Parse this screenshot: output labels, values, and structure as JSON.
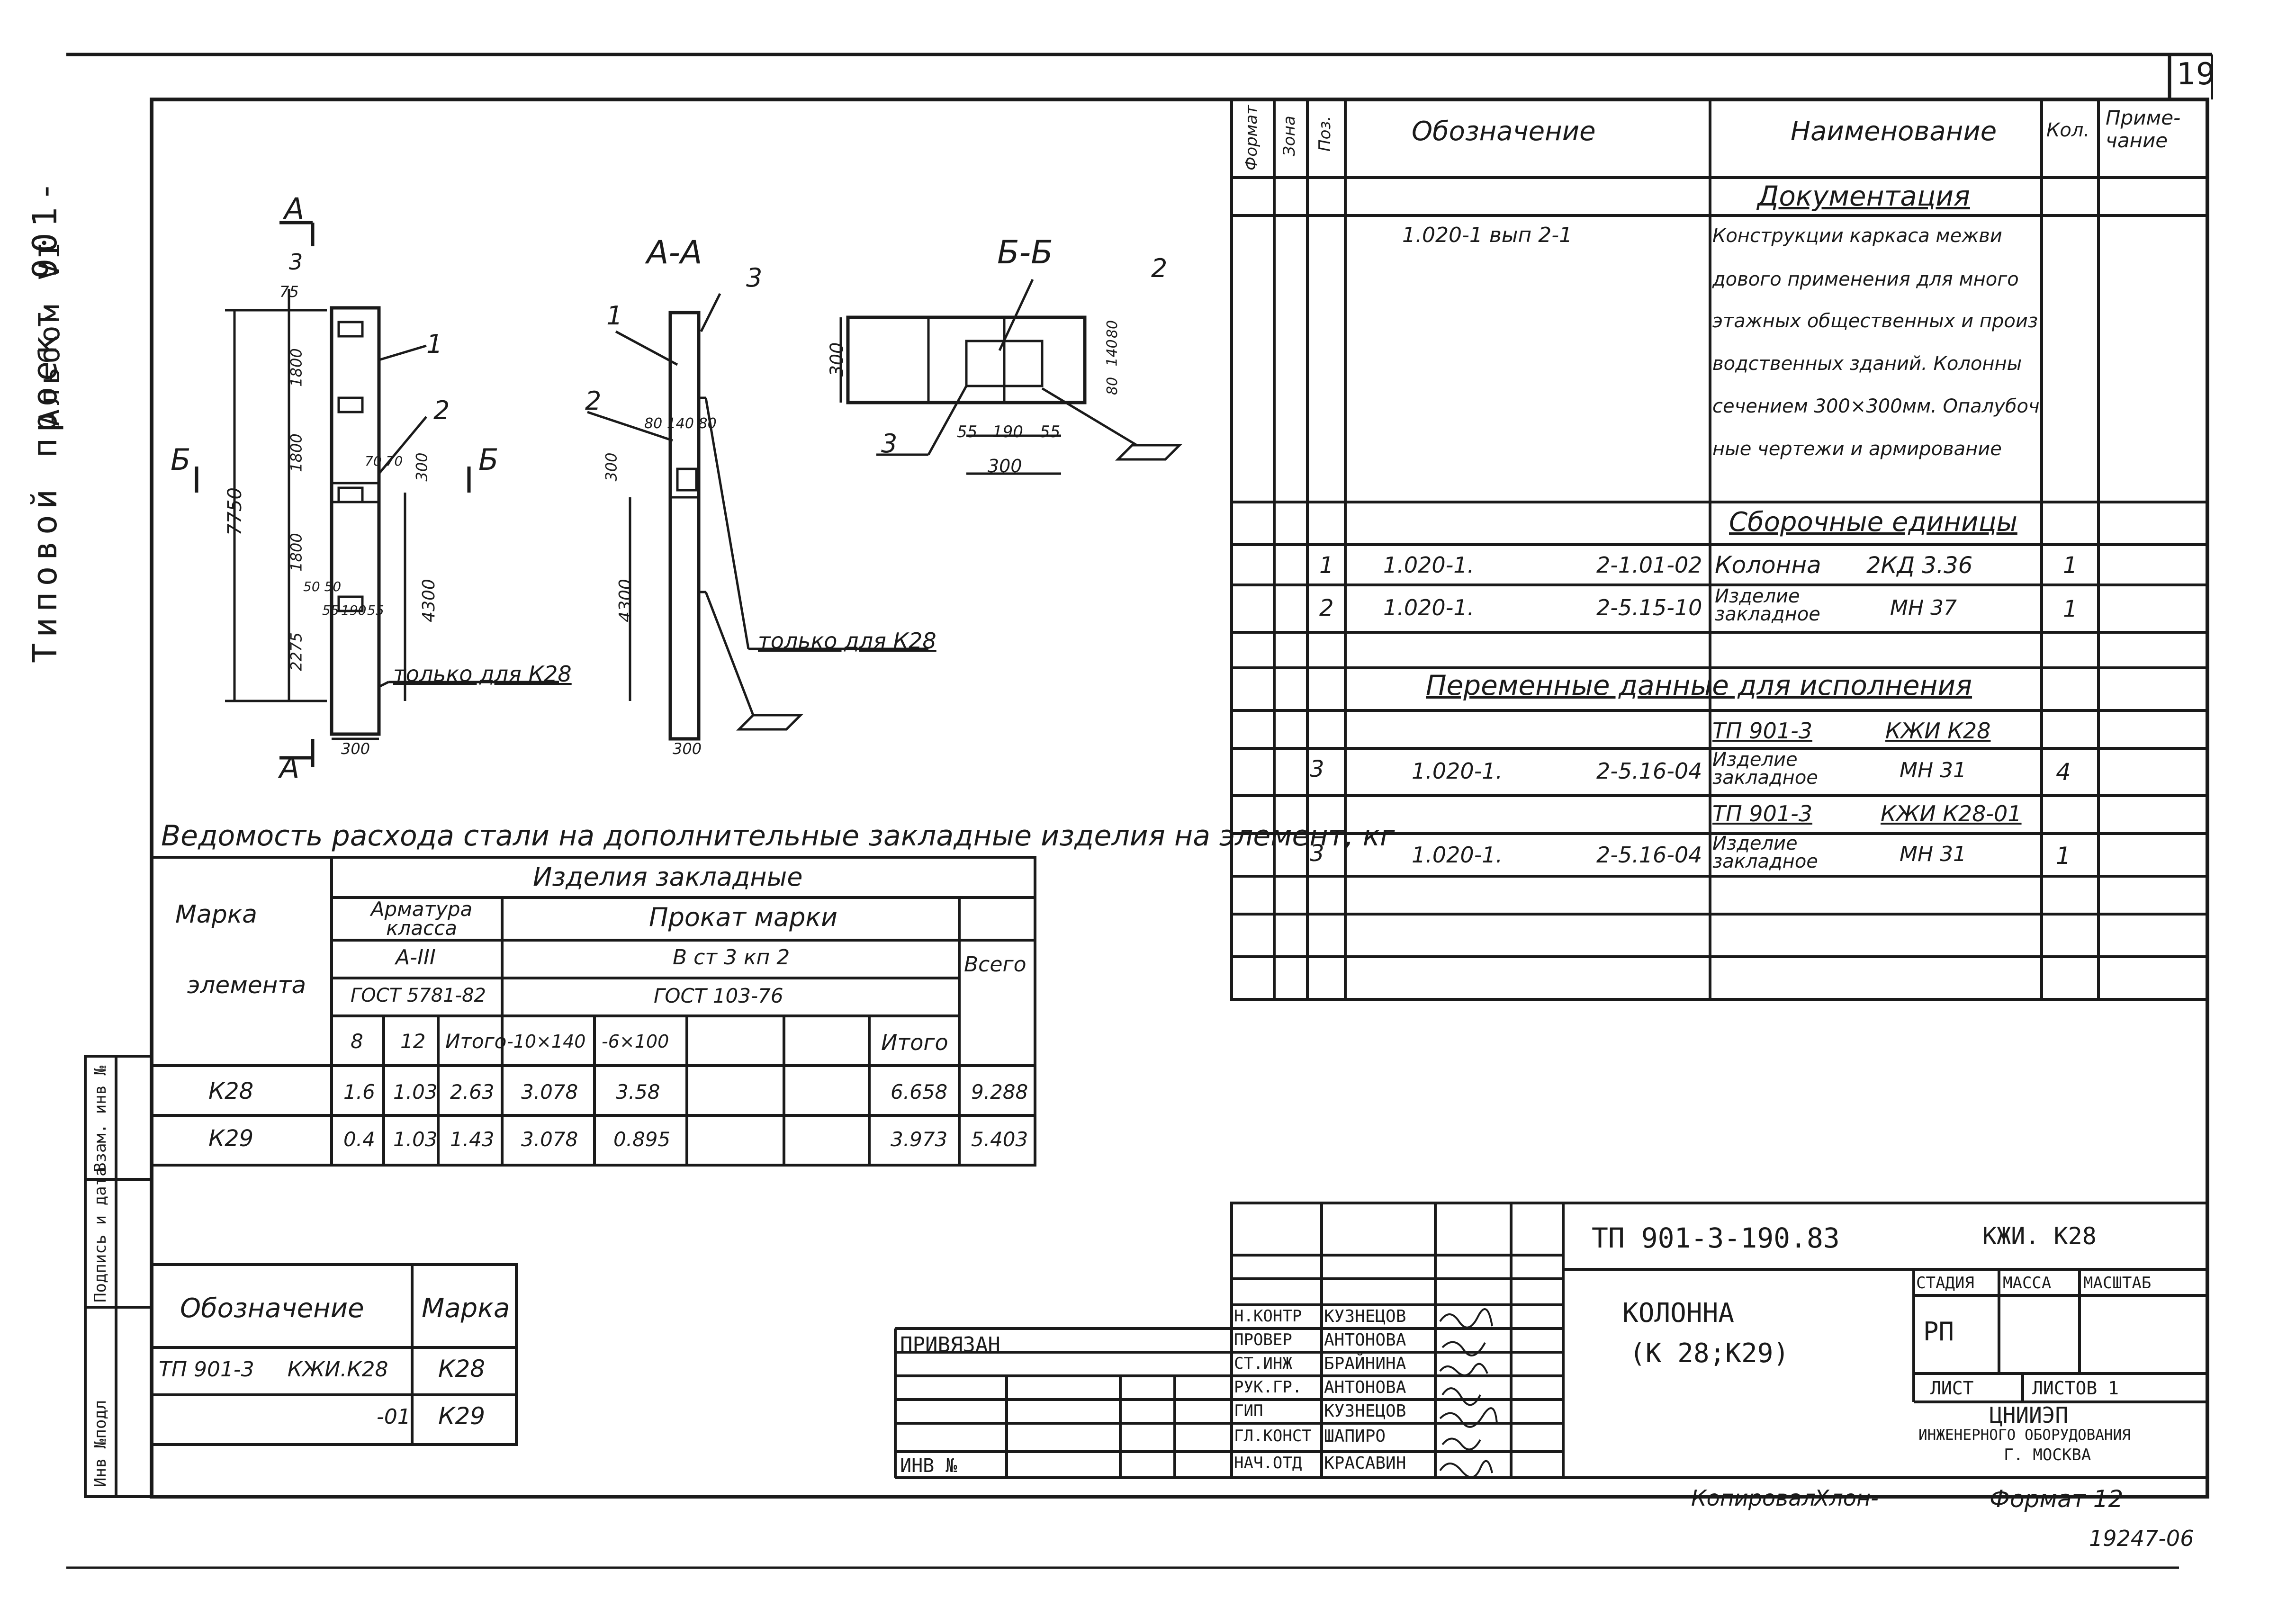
{
  "sheet": {
    "number": "19",
    "album": "Альбом VI",
    "project": "Типовой проект 901-",
    "format": "Формат 12",
    "copied": "Копировал",
    "copied_sign": "Хлон-",
    "inv": "19247-06"
  },
  "drawing": {
    "view_A": "А",
    "view_A_bottom": "А",
    "view_B": "Б",
    "view_B2": "Б",
    "section_AA": "А-А",
    "section_BB": "Б-Б",
    "only_k28_1": "только для К28",
    "only_k28_2": "только для К28",
    "dims": {
      "d75": "75",
      "d1800a": "1800",
      "d1800b": "1800",
      "d1800c": "1800",
      "d2275": "2275",
      "d7750": "7750",
      "d4300": "4300",
      "d4300b": "4300",
      "d300a": "300",
      "d300b": "300",
      "d300c": "300",
      "d300d": "300",
      "d300e": "300",
      "d300f": "300",
      "d190": "190",
      "d190b": "190",
      "d55a": "55",
      "d55b": "55",
      "d55c": "55",
      "d55d": "55",
      "d80a": "80",
      "d140": "140",
      "d80b": "80",
      "d80140": "80 140 80",
      "d5050": "50 50",
      "d7070": "70 70"
    },
    "callouts": [
      "1",
      "2",
      "3",
      "1",
      "2",
      "3",
      "2",
      "3"
    ]
  },
  "spec": {
    "headers": {
      "format": "Формат",
      "zone": "Зона",
      "pos": "Поз.",
      "designation": "Обозначение",
      "name": "Наименование",
      "qty": "Кол.",
      "note": "Приме-\nчание"
    },
    "section_docs": "Документация",
    "doc_ref": "1.020-1  вып 2-1",
    "doc_lines": [
      "Конструкции каркаса межви",
      "дового применения для много",
      "этажных общественных и произ",
      "водственных зданий. Колонны",
      "сечением 300×300мм. Опалубоч",
      "ные чертежи и армирование"
    ],
    "section_units": "Сборочные единицы",
    "units": [
      {
        "pos": "1",
        "des_a": "1.020-1.",
        "des_b": "2-1.01-02",
        "name": "Колонна",
        "mark": "2КД 3.36",
        "qty": "1"
      },
      {
        "pos": "2",
        "des_a": "1.020-1.",
        "des_b": "2-5.15-10",
        "name": "Изделие закладное",
        "mark": "МН 37",
        "qty": "1"
      }
    ],
    "section_var": "Переменные данные для исполнения",
    "var_groups": [
      {
        "title_a": "ТП 901-3",
        "title_b": "КЖИ К28",
        "pos": "3",
        "des_a": "1.020-1.",
        "des_b": "2-5.16-04",
        "name": "Изделие закладное",
        "mark": "МН 31",
        "qty": "4"
      },
      {
        "title_a": "ТП 901-3",
        "title_b": "КЖИ К28-01",
        "pos": "3",
        "des_a": "1.020-1.",
        "des_b": "2-5.16-04",
        "name": "Изделие закладное",
        "mark": "МН 31",
        "qty": "1"
      }
    ]
  },
  "steel": {
    "title": "Ведомость расхода стали на дополнительные закладные изделия на элемент, кг",
    "h_mark": "Марка",
    "h_element": "элемента",
    "h_items": "Изделия закладные",
    "h_rebar": "Арматура класса",
    "h_rebar_class": "А-III",
    "h_rebar_gost": "ГОСТ 5781-82",
    "h_rolled": "Прокат марки",
    "h_rolled_grade": "В ст 3 кп 2",
    "h_rolled_gost": "ГОСТ 103-76",
    "h_total": "Всего",
    "cols": [
      "8",
      "12",
      "Итого",
      "-10×140",
      "-6×100",
      "",
      "",
      "Итого"
    ],
    "rows": [
      {
        "mark": "К28",
        "v": [
          "1.6",
          "1.03",
          "2.63",
          "3.078",
          "3.58",
          "",
          "",
          "6.658"
        ],
        "total": "9.288"
      },
      {
        "mark": "К29",
        "v": [
          "0.4",
          "1.03",
          "1.43",
          "3.078",
          "0.895",
          "",
          "",
          "3.973"
        ],
        "total": "5.403"
      }
    ]
  },
  "marks_table": {
    "h_des": "Обозначение",
    "h_mark": "Марка",
    "rows": [
      {
        "des": "ТП 901-3     КЖИ.К28",
        "mark": "К28"
      },
      {
        "des": "-01",
        "mark": "К29"
      }
    ]
  },
  "side_stamp": [
    "Инв №подл",
    "Подпись и дата",
    "Взам. инв №"
  ],
  "title_block": {
    "code": "ТП 901-3-190.83",
    "code_right": "КЖИ. К28",
    "object": "КОЛОННА",
    "object2": "(К 28;К29)",
    "stage_h": "СТАДИЯ",
    "mass_h": "МАССА",
    "scale_h": "МАСШТАБ",
    "stage": "РП",
    "sheet_h": "ЛИСТ",
    "sheets_h": "ЛИСТОВ 1",
    "org1": "ЦНИИЭП",
    "org2": "ИНЖЕНЕРНОГО ОБОРУДОВАНИЯ",
    "org3": "Г. МОСКВА",
    "privyazan": "ПРИВЯЗАН",
    "inv_no": "ИНВ №",
    "people": [
      {
        "role": "Н.КОНТР",
        "name": "КУЗНЕЦОВ"
      },
      {
        "role": "ПРОВЕР",
        "name": "АНТОНОВА"
      },
      {
        "role": "СТ.ИНЖ",
        "name": "БРАЙНИНА"
      },
      {
        "role": "РУК.ГР.",
        "name": "АНТОНОВА"
      },
      {
        "role": "ГИП",
        "name": "КУЗНЕЦОВ"
      },
      {
        "role": "ГЛ.КОНСТ",
        "name": "ШАПИРО"
      },
      {
        "role": "НАЧ.ОТД",
        "name": "КРАСАВИН"
      }
    ]
  }
}
